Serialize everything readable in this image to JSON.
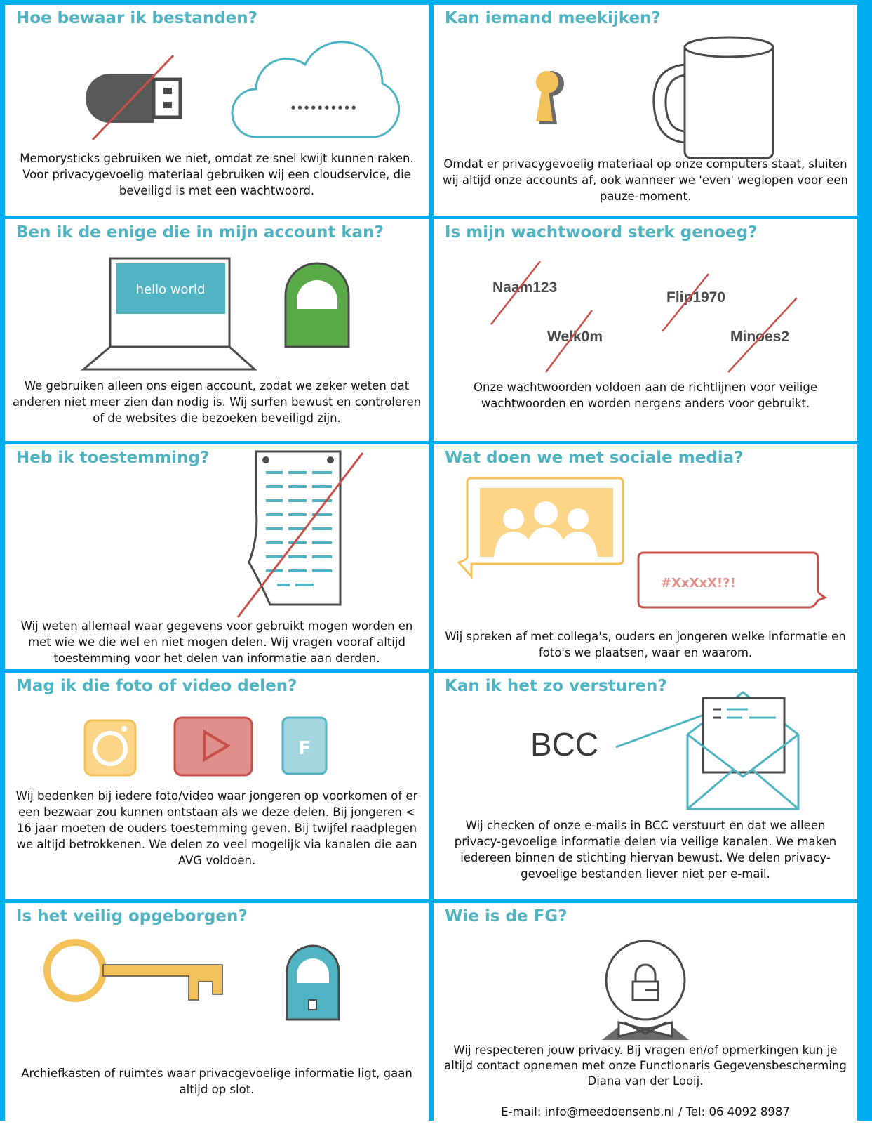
{
  "cards": [
    {
      "title": "Hoe bewaar ik bestanden?",
      "cloud_dots": "••••••••••",
      "text": "Memorysticks gebruiken we niet, omdat ze snel kwijt kunnen raken. Voor privacygevoelig materiaal gebruiken wij een cloudservice, die beveiligd is met een wachtwoord."
    },
    {
      "title": "Kan iemand meekijken?",
      "text": "Omdat er privacygevoelig materiaal op onze computers staat, sluiten wij altijd onze accounts af, ook wanneer we 'even' weglopen voor een pauze-moment."
    },
    {
      "title": "Ben ik de enige die in mijn account kan?",
      "screen_text": "hello world",
      "text": "We gebruiken alleen ons eigen account, zodat we zeker weten dat anderen niet meer zien dan nodig is. Wij surfen bewust en controleren of de websites die bezoeken beveiligd zijn."
    },
    {
      "title": "Is mijn wachtwoord sterk genoeg?",
      "passwords": [
        "Naam123",
        "Flip1970",
        "Welk0m",
        "Minoes2"
      ],
      "text": "Onze wachtwoorden voldoen aan de richtlijnen voor veilige wachtwoorden en worden nergens anders voor gebruikt."
    },
    {
      "title": "Heb ik toestemming?",
      "text": "Wij weten allemaal waar gegevens voor gebruikt mogen worden en met wie we die wel en niet mogen delen. Wij vragen vooraf altijd toestemming voor het delen van informatie aan derden."
    },
    {
      "title": "Wat doen we met sociale media?",
      "bubble_text": "#XxXxX!?!",
      "text": "Wij spreken af met collega's, ouders en jongeren welke informatie en foto's we plaatsen, waar en waarom."
    },
    {
      "title": "Mag ik die foto of video delen?",
      "f_letter": "F",
      "text": "Wij bedenken bij iedere foto/video waar jongeren op voorkomen of er een bezwaar zou kunnen ontstaan als we deze delen. Bij jongeren < 16 jaar moeten de ouders toestemming geven. Bij twijfel raadplegen we altijd betrokkenen. We delen zo veel mogelijk via kanalen die aan AVG voldoen."
    },
    {
      "title": "Kan ik het zo versturen?",
      "bcc": "BCC",
      "text": "Wij checken of onze e-mails in BCC verstuurt en dat we alleen privacy-gevoelige informatie delen via veilige kanalen. We maken iedereen binnen de stichting hiervan bewust. We delen privacy-gevoelige bestanden liever niet per e-mail."
    },
    {
      "title": "Is het veilig opgeborgen?",
      "text": "Archiefkasten of ruimtes waar privacgevoelige informatie ligt, gaan altijd op slot."
    },
    {
      "title": "Wie is de FG?",
      "text": "Wij respecteren jouw privacy. Bij vragen en/of opmerkingen kun je altijd contact opnemen met onze Functionaris Gegevensbescherming Diana van der Looij.",
      "contact": "E-mail: info@meedoensenb.nl / Tel: 06 4092 8987"
    }
  ],
  "colors": {
    "border": "#00aeef",
    "title": "#4fb3c2",
    "teal": "#4fb3c2",
    "yellow": "#f3c15a",
    "red": "#c9504a",
    "green": "#5aaa4a",
    "gray": "#4a4a4a"
  }
}
